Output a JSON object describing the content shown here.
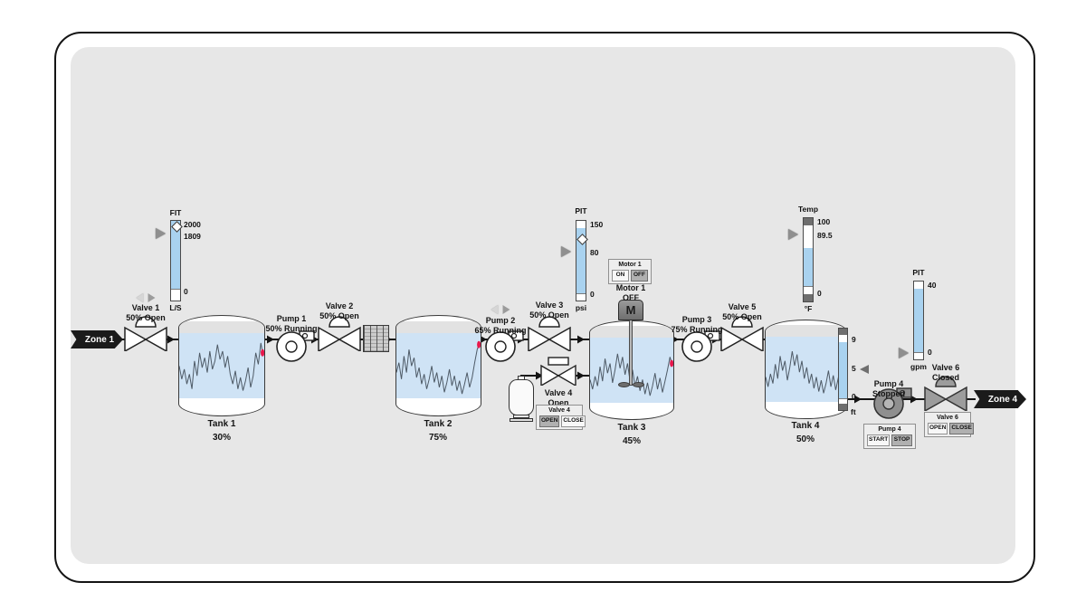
{
  "zones": {
    "inlet": "Zone 1",
    "outlet": "Zone 4"
  },
  "valves": [
    {
      "name": "Valve 1",
      "status": "50% Open"
    },
    {
      "name": "Valve 2",
      "status": "50% Open"
    },
    {
      "name": "Valve 3",
      "status": "50% Open"
    },
    {
      "name": "Valve 4",
      "status": "Open"
    },
    {
      "name": "Valve 5",
      "status": "50% Open"
    },
    {
      "name": "Valve 6",
      "status": "Closed"
    }
  ],
  "pumps": [
    {
      "name": "Pump 1",
      "status": "50% Running"
    },
    {
      "name": "Pump 2",
      "status": "65% Running"
    },
    {
      "name": "Pump 3",
      "status": "75% Running"
    },
    {
      "name": "Pump 4",
      "status": "Stopped"
    }
  ],
  "tanks": [
    {
      "name": "Tank 1",
      "level": "30%"
    },
    {
      "name": "Tank 2",
      "level": "75%"
    },
    {
      "name": "Tank 3",
      "level": "45%"
    },
    {
      "name": "Tank 4",
      "level": "50%"
    }
  ],
  "motor": {
    "name": "Motor 1",
    "status": "OFF",
    "symbol": "M"
  },
  "gauges": {
    "fit": {
      "title": "FIT",
      "max": "2000",
      "value": "1809",
      "min": "0",
      "units": "L/S"
    },
    "pit_psi": {
      "title": "PIT",
      "max": "150",
      "value": "80",
      "min": "0",
      "units": "psi"
    },
    "temp": {
      "title": "Temp",
      "max": "100",
      "value": "89.5",
      "min": "0",
      "units": "°F"
    },
    "pit_gpm": {
      "title": "PIT",
      "max": "40",
      "min": "0",
      "units": "gpm"
    },
    "tank4_scale": {
      "max": "9",
      "mid": "5",
      "min": "0",
      "units": "ft"
    }
  },
  "panels": {
    "motor1": {
      "title": "Motor 1",
      "buttons": [
        "ON",
        "OFF"
      ],
      "active": "OFF"
    },
    "valve4": {
      "title": "Valve 4",
      "buttons": [
        "OPEN",
        "CLOSE"
      ],
      "active": "OPEN"
    },
    "pump4": {
      "title": "Pump 4",
      "buttons": [
        "START",
        "STOP"
      ],
      "active": "STOP"
    },
    "valve6": {
      "title": "Valve 6",
      "buttons": [
        "OPEN",
        "CLOSE"
      ],
      "active": "CLOSE"
    }
  },
  "colors": {
    "gauge_fill": "#a9d2ef",
    "tank_liquid": "#cfe3f5",
    "trend_line": "#4e5a66",
    "alarm_dot": "#e8174b",
    "banner": "#1b1b1b",
    "active_button": "#b0b0b0"
  }
}
